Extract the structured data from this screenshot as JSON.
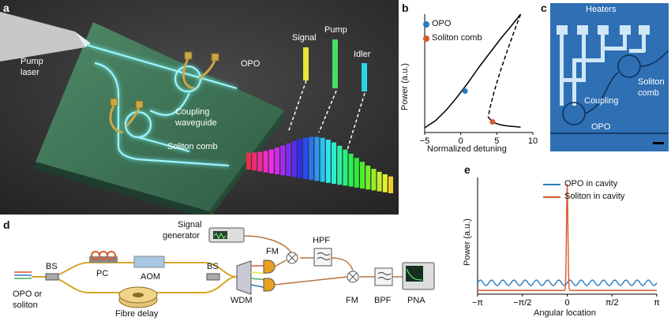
{
  "panel_labels": {
    "a": "a",
    "b": "b",
    "c": "c",
    "d": "d",
    "e": "e"
  },
  "panel_a": {
    "pump_laser": [
      "Pump",
      "laser"
    ],
    "opo": "OPO",
    "coupling_waveguide": [
      "Coupling",
      "waveguide"
    ],
    "soliton_comb": "Soliton comb",
    "signal": "Signal",
    "pump": "Pump",
    "idler": "Idler",
    "colors": {
      "background": "#3b3b3b",
      "chip": "#3f7a5a",
      "waveguide": "#9ff4ff",
      "heater": "#c9a84a"
    }
  },
  "panel_c": {
    "heaters": "Heaters",
    "coupling": "Coupling",
    "soliton_comb": [
      "Soliton",
      "comb"
    ],
    "opo": "OPO",
    "colors": {
      "background": "#2f6fb3",
      "metal": "#cfe7f6"
    }
  },
  "panel_d": {
    "labels": {
      "source": [
        "OPO or",
        "soliton"
      ],
      "bs1": "BS",
      "pc": "PC",
      "aom": "AOM",
      "fibre_delay": "Fibre delay",
      "bs2": "BS",
      "wdm": "WDM",
      "signal_generator": [
        "Signal",
        "generator"
      ],
      "fm1": "FM",
      "hpf": "HPF",
      "fm2": "FM",
      "bpf": "BPF",
      "pna": "PNA"
    },
    "colors": {
      "fibre": "#d9a52a",
      "rf": "#b7743f"
    }
  },
  "chart_data": [
    {
      "panel": "b",
      "type": "line",
      "xlabel": "Normalized detuning",
      "ylabel": "Power (a.u.)",
      "xlim": [
        -5,
        10
      ],
      "xticks": [
        -5,
        0,
        5,
        10
      ],
      "yticks": [],
      "series": [
        {
          "name": "",
          "style": "solid",
          "x": [
            -5,
            -3.5,
            -2,
            -0.5,
            1,
            2.5,
            4,
            5.5,
            7,
            8.3
          ],
          "y": [
            0.04,
            0.1,
            0.19,
            0.3,
            0.42,
            0.55,
            0.67,
            0.79,
            0.9,
            1.0
          ]
        },
        {
          "name": "",
          "style": "dashed",
          "x": [
            8.3,
            7.5,
            6.5,
            5.5,
            4.7,
            4.1,
            3.8
          ],
          "y": [
            1.0,
            0.87,
            0.7,
            0.52,
            0.36,
            0.22,
            0.13
          ]
        },
        {
          "name": "",
          "style": "solid",
          "x": [
            3.8,
            4.5,
            5.5,
            6.5,
            7.5,
            8.3
          ],
          "y": [
            0.13,
            0.085,
            0.065,
            0.055,
            0.05,
            0.045
          ]
        }
      ],
      "points": [
        {
          "name": "OPO",
          "x": 0.6,
          "y": 0.35,
          "color": "#2b7bba"
        },
        {
          "name": "Soliton comb",
          "x": 4.4,
          "y": 0.09,
          "color": "#d65a2a"
        }
      ],
      "legend": [
        "OPO",
        "Soliton comb"
      ],
      "legend_position": "top-left"
    },
    {
      "panel": "e",
      "type": "line",
      "xlabel": "Angular location",
      "ylabel": "Power (a.u.)",
      "xticks": [
        "−π",
        "−π/2",
        "0",
        "π/2",
        "π"
      ],
      "series": [
        {
          "name": "OPO in cavity",
          "color": "#2b7bba",
          "description_values": {
            "mean": 0.09,
            "amplitude": 0.025,
            "periods": 16
          }
        },
        {
          "name": "Soliton in cavity",
          "color": "#d65a2a",
          "description_values": {
            "peak_x": 0,
            "peak_y": 1.0,
            "background": 0.02
          }
        }
      ],
      "legend_position": "top-right"
    }
  ]
}
